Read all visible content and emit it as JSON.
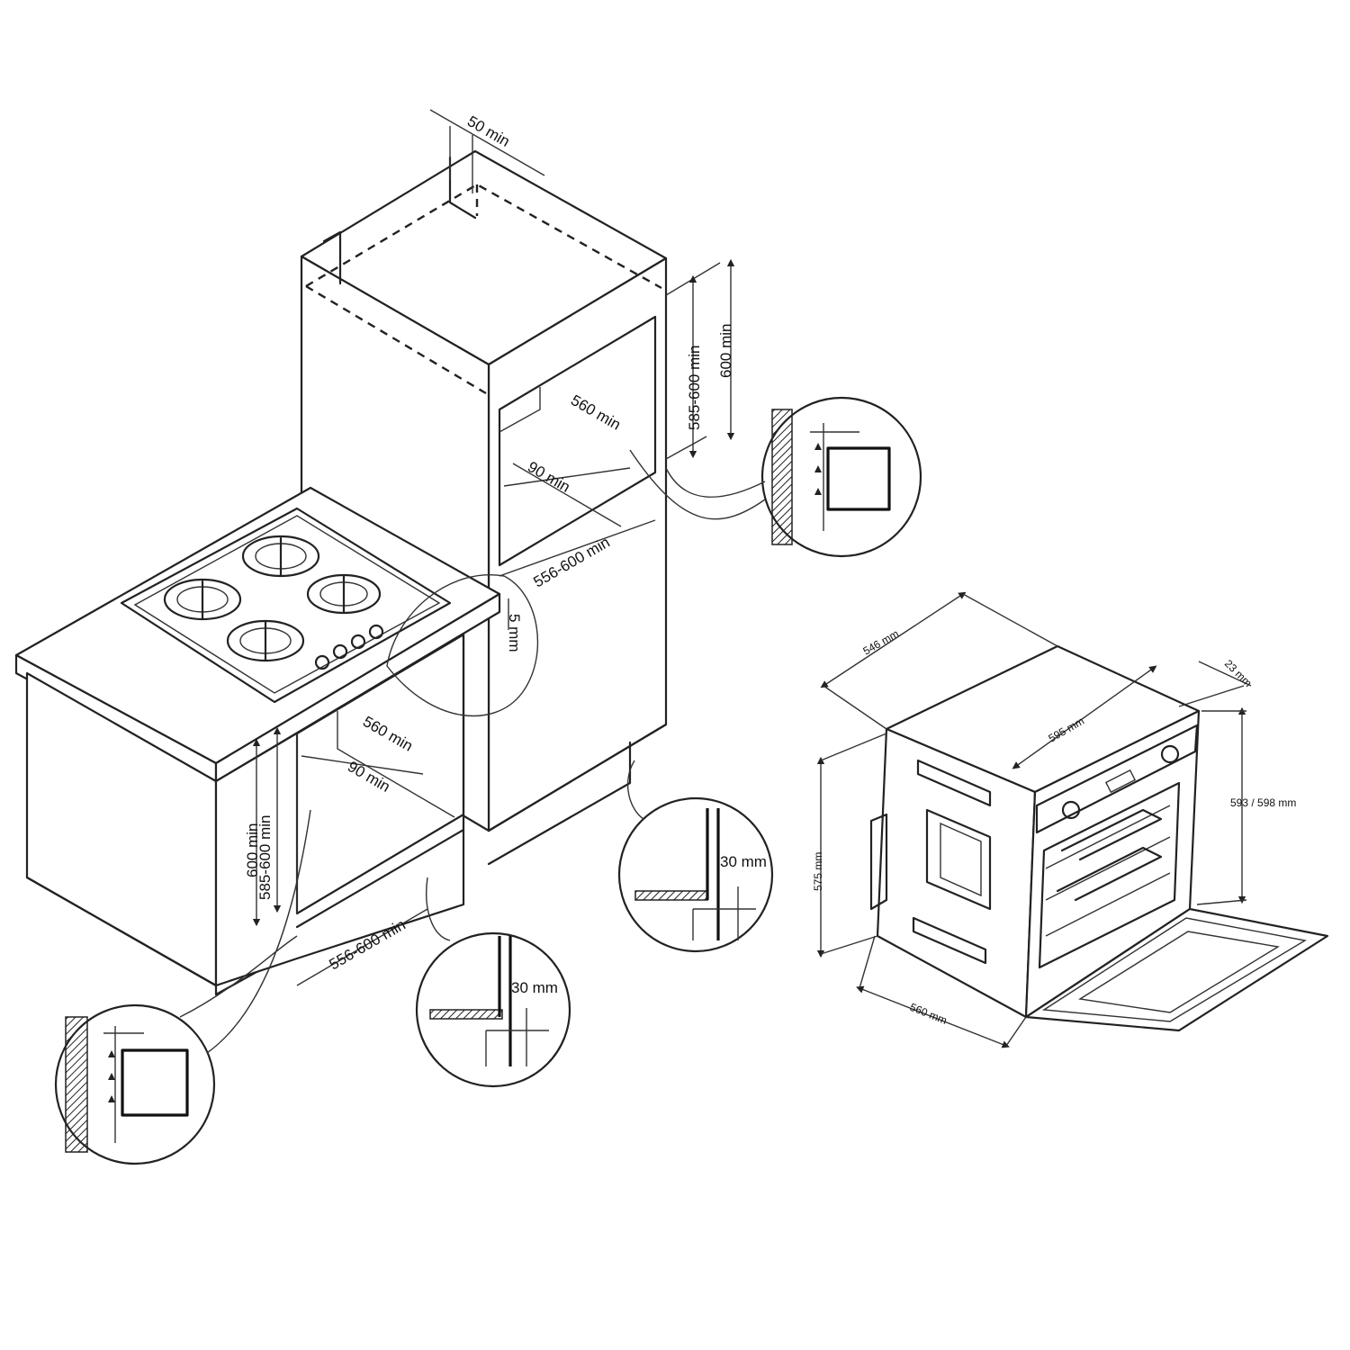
{
  "cabinet_labels": {
    "gap_top": "50 min",
    "tall_height_range": "585-600 min",
    "tall_height_600": "600 min",
    "tall_depth_560": "560 min",
    "tall_depth_90": "90 min",
    "tall_width": "556-600 min",
    "worktop_gap": "5 mm",
    "base_depth_560": "560 min",
    "base_depth_90": "90 min",
    "base_height_600": "600 min",
    "base_height_range": "585-600 min",
    "base_width": "556-600 min",
    "plinth_gap_right": "30 mm",
    "plinth_gap_bottom": "30 mm"
  },
  "oven_labels": {
    "depth": "546 mm",
    "width_front": "595 mm",
    "door_thickness": "23 mm",
    "height_front": "593 / 598 mm",
    "height_side": "575 mm",
    "width_bottom": "560 mm"
  }
}
